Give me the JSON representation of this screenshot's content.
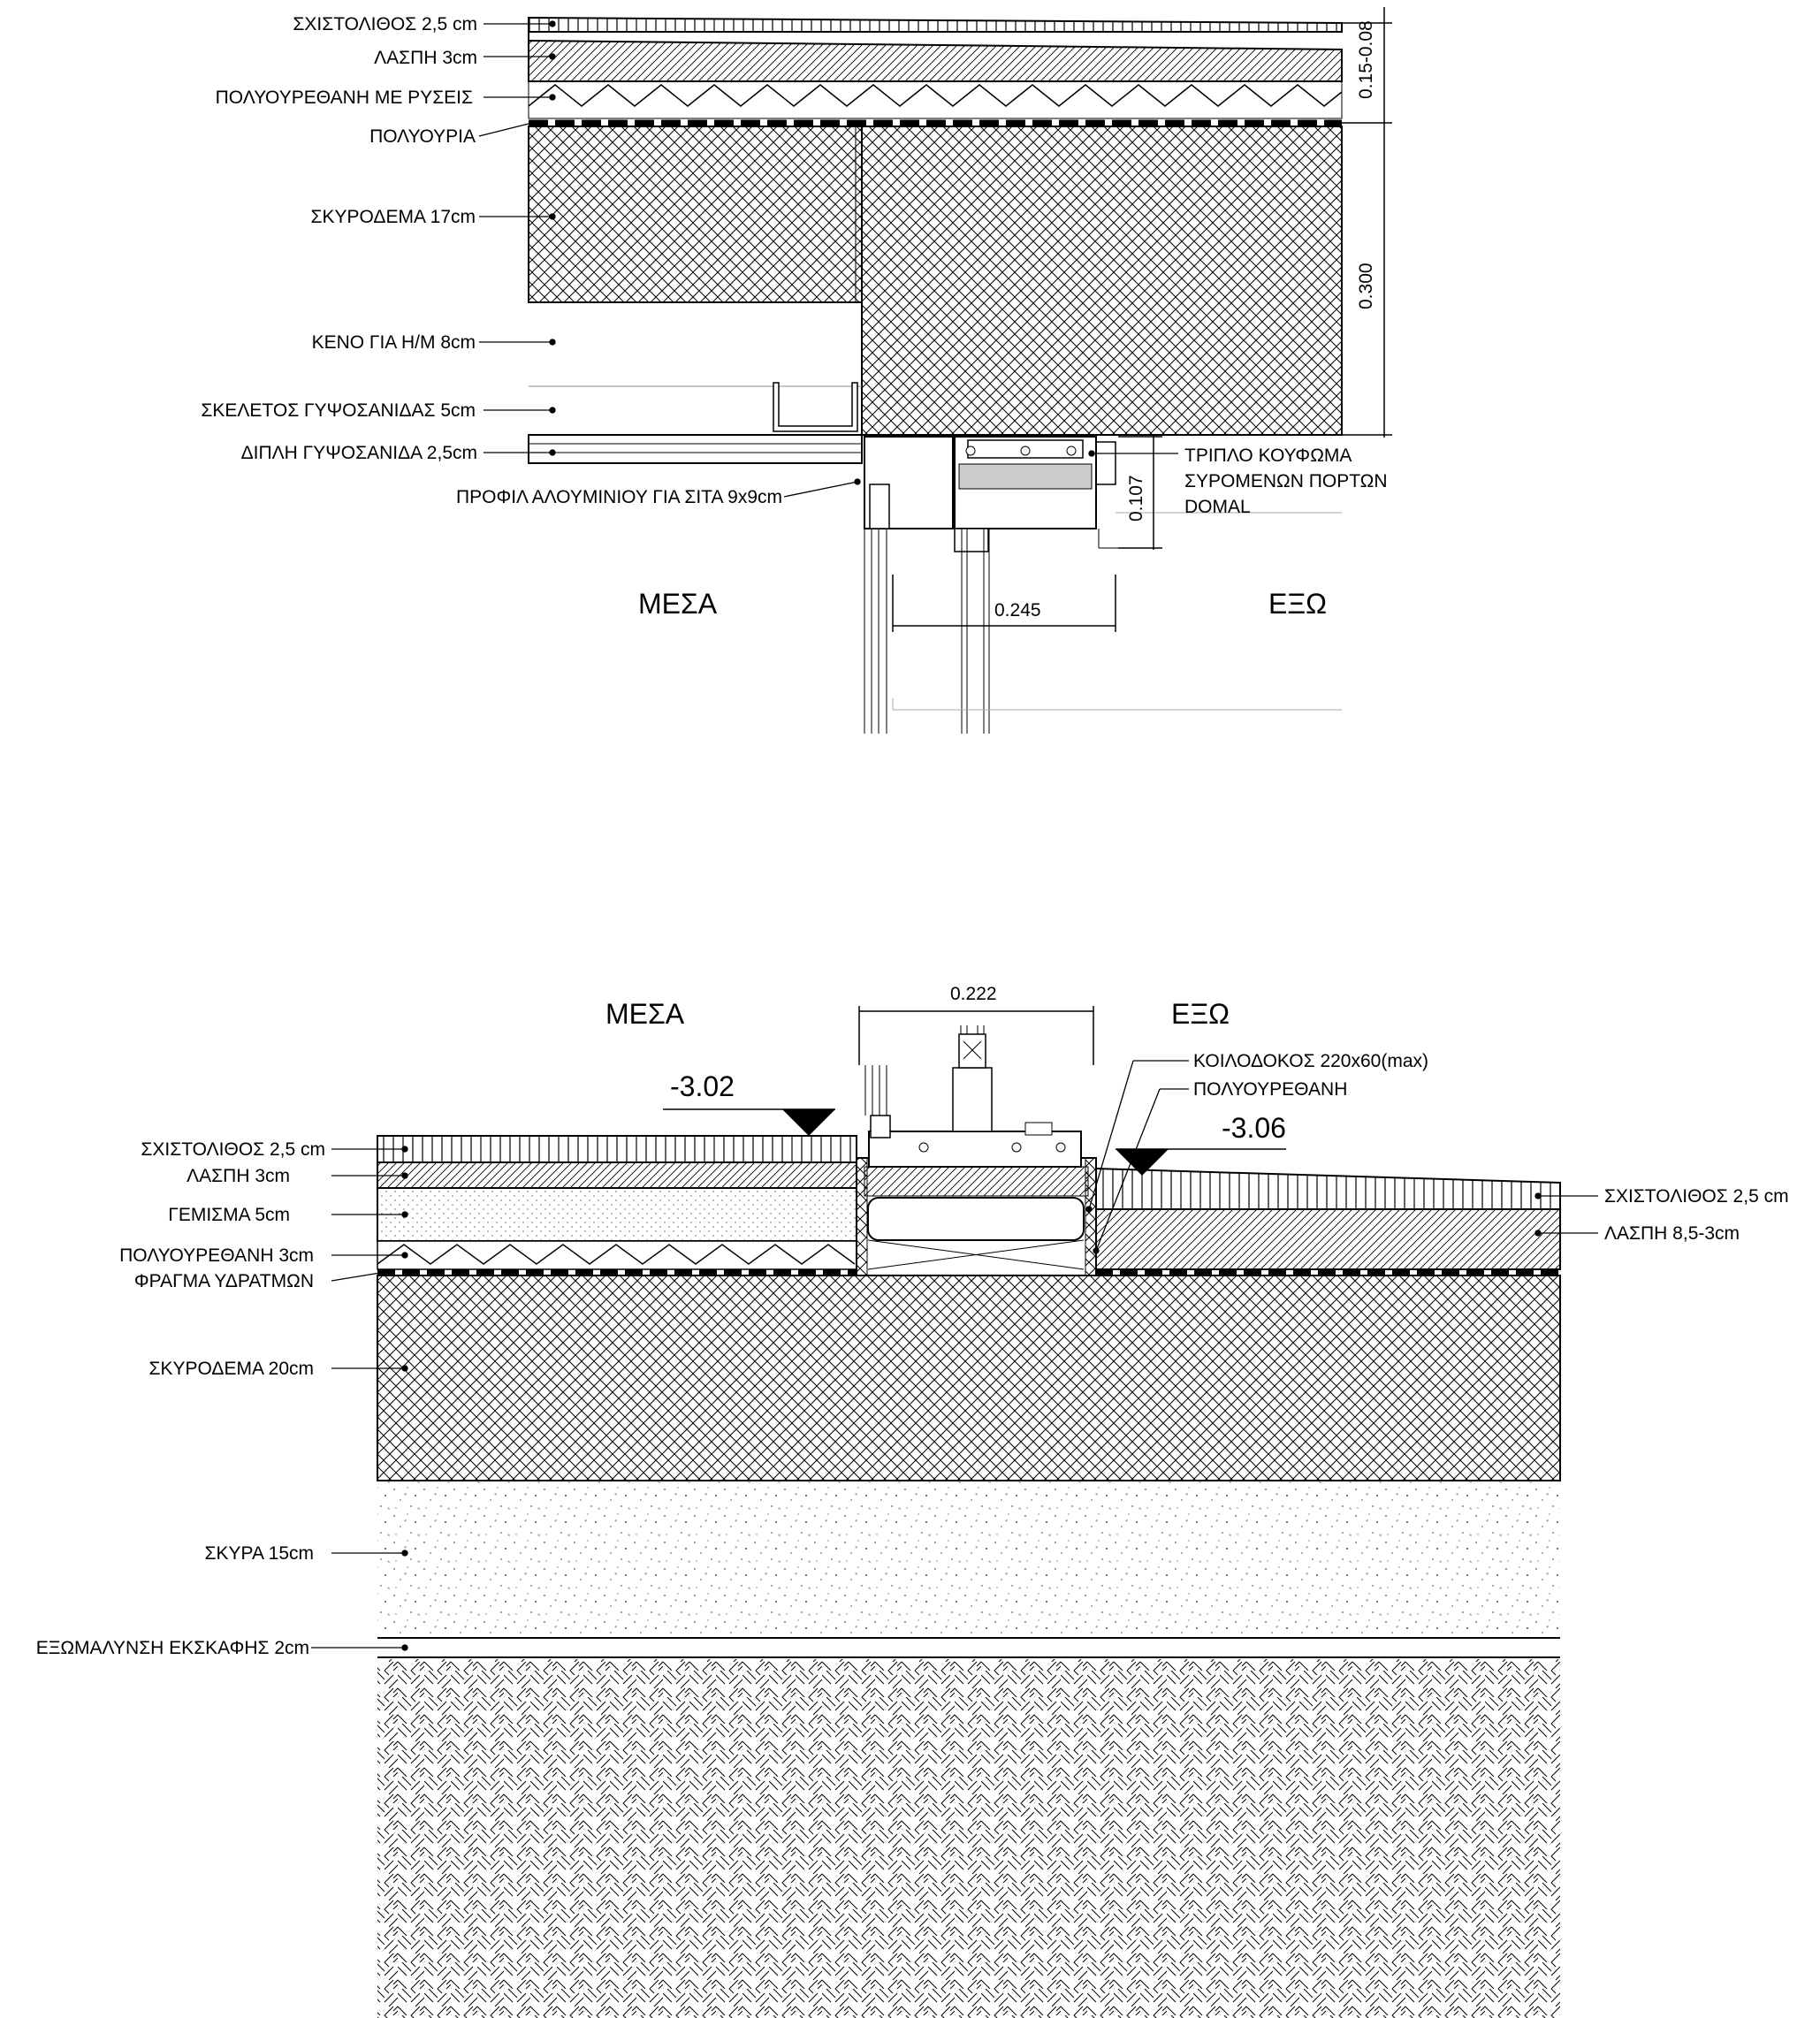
{
  "top_detail": {
    "labels": {
      "l1": "ΣΧΙΣΤΟΛΙΘΟΣ 2,5 cm",
      "l2": "ΛΑΣΠΗ 3cm",
      "l3": "ΠΟΛΥΟΥΡΕΘΑΝΗ ΜΕ ΡΥΣΕΙΣ",
      "l4": "ΠΟΛΥΟΥΡΙΑ",
      "l5": "ΣΚΥΡΟΔΕΜΑ 17cm",
      "l6": "ΚΕΝΟ ΓΙΑ Η/Μ  8cm",
      "l7": "ΣΚΕΛΕΤΟΣ ΓΥΨΟΣΑΝΙΔΑΣ  5cm",
      "l8": "ΔΙΠΛΗ ΓΥΨΟΣΑΝΙΔΑ 2,5cm",
      "l9": "ΠΡΟΦΙΛ ΑΛΟΥΜΙΝΙΟΥ ΓΙΑ ΣΙΤΑ 9x9cm"
    },
    "frame_note": [
      "ΤΡΙΠΛΟ ΚΟΥΦΩΜΑ",
      "ΣΥΡΟΜΕΝΩΝ ΠΟΡΤΩΝ",
      "DOMAL"
    ],
    "inside": "ΜΕΣΑ",
    "outside": "ΕΞΩ",
    "dims": {
      "d1": "0.15-0.08",
      "d2": "0.300",
      "d3": "0.107",
      "d4": "0.245"
    }
  },
  "bottom_detail": {
    "labels_left": {
      "l1": "ΣΧΙΣΤΟΛΙΘΟΣ  2,5 cm",
      "l2": "ΛΑΣΠΗ 3cm",
      "l3": "ΓΕΜΙΣΜΑ 5cm",
      "l4": "ΠΟΛΥΟΥΡΕΘΑΝΗ 3cm",
      "l5": "ΦΡΑΓΜΑ ΥΔΡΑΤΜΩΝ",
      "l6": "ΣΚΥΡΟΔΕΜΑ 20cm",
      "l7": "ΣΚΥΡΑ 15cm",
      "l8": "ΕΞΩΜΑΛΥΝΣΗ ΕΚΣΚΑΦΗΣ 2cm"
    },
    "labels_right": {
      "r1": "ΣΧΙΣΤΟΛΙΘΟΣ  2,5 cm",
      "r2": "ΛΑΣΠΗ 8,5-3cm"
    },
    "labels_top": {
      "t1": "ΚΟΙΛΟΔΟΚΟΣ 220x60(max)",
      "t2": "ΠΟΛΥΟΥΡΕΘΑΝΗ"
    },
    "inside": "ΜΕΣΑ",
    "outside": "ΕΞΩ",
    "levels": {
      "inside": "-3.02",
      "outside": "-3.06"
    },
    "dims": {
      "width": "0.222"
    }
  }
}
